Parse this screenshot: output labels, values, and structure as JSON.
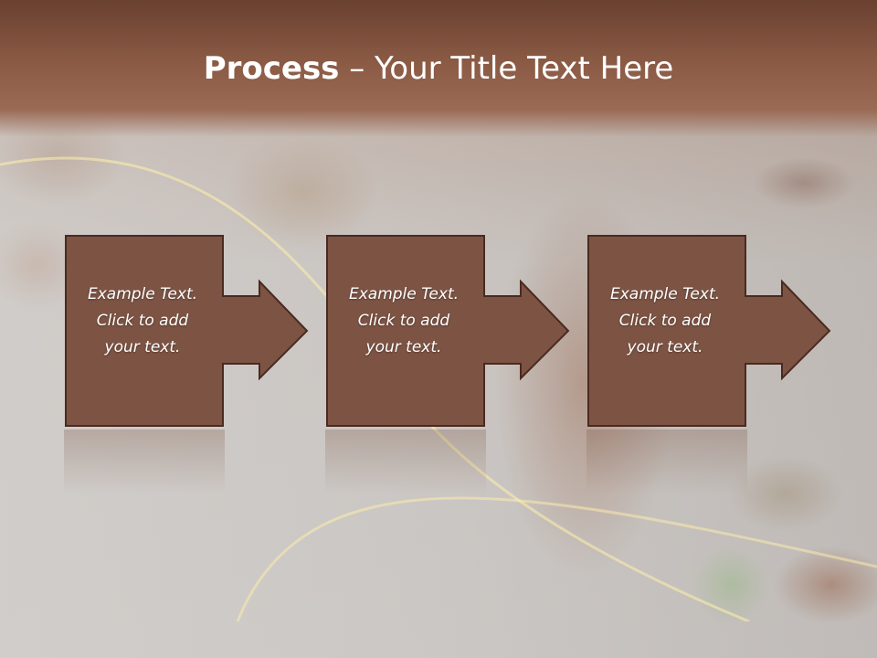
{
  "slide": {
    "title_bold": "Process",
    "title_rest": " – Your Title Text Here"
  },
  "steps": [
    {
      "text": "Example Text.\nClick  to add\nyour text."
    },
    {
      "text": "Example Text.\nClick  to add\nyour text."
    },
    {
      "text": "Example Text.\nClick  to add\nyour text."
    }
  ],
  "colors": {
    "box_fill": "#7d5444",
    "box_border": "#4a2a20",
    "header": "#8a5a44",
    "text": "#ffffff"
  }
}
